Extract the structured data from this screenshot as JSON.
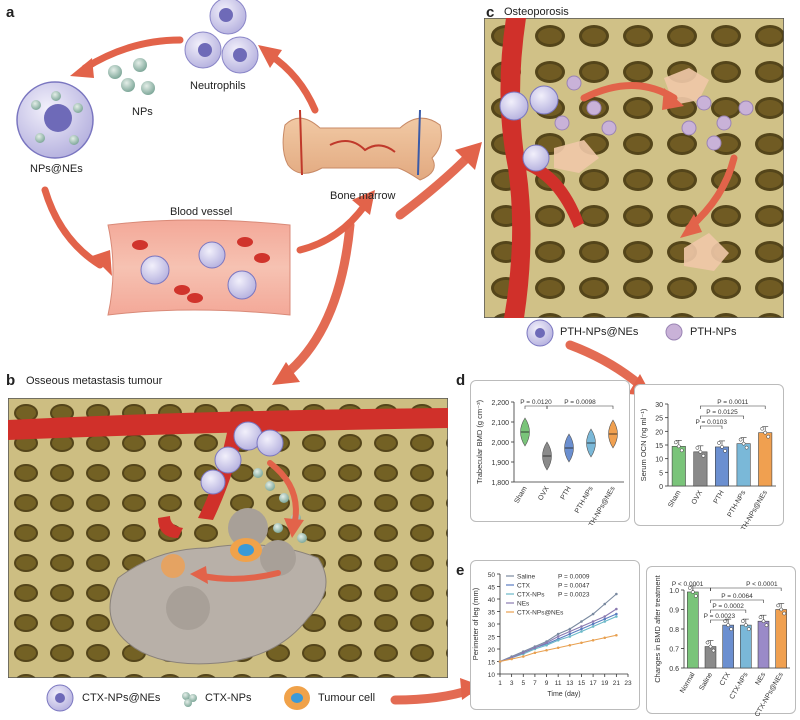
{
  "panels": {
    "a": {
      "letter": "a",
      "neutrophils": "Neutrophils",
      "nps": "NPs",
      "npsnes": "NPs@NEs",
      "bone_marrow": "Bone marrow",
      "blood_vessel": "Blood vessel"
    },
    "b": {
      "letter": "b",
      "title": "Osseous metastasis tumour",
      "legend": [
        "CTX-NPs@NEs",
        "CTX-NPs",
        "Tumour cell"
      ]
    },
    "c": {
      "letter": "c",
      "title": "Osteoporosis",
      "legend": [
        "PTH-NPs@NEs",
        "PTH-NPs"
      ]
    },
    "d": {
      "letter": "d"
    },
    "e": {
      "letter": "e"
    }
  },
  "chart_data": [
    {
      "id": "d-left",
      "type": "violin",
      "ylabel": "Trabecular BMD (g cm⁻³)",
      "categories": [
        "Sham",
        "OVX",
        "PTH",
        "PTH-NPs",
        "PTH-NPs@NEs"
      ],
      "ylim": [
        1800,
        2200
      ],
      "yticks": [
        "1,800",
        "1,900",
        "2,000",
        "2,100",
        "2,200"
      ],
      "values": [
        2050,
        1930,
        1970,
        1995,
        2040
      ],
      "colors": [
        "#7ac47a",
        "#8a8a8a",
        "#6b8fd0",
        "#7ab8d8",
        "#f0a050"
      ],
      "annotations": [
        "P = 0.0120",
        "P = 0.0098"
      ]
    },
    {
      "id": "d-right",
      "type": "bar",
      "ylabel": "Serum OCN (ng ml⁻¹)",
      "categories": [
        "Sham",
        "OVX",
        "PTH",
        "PTH-NPs",
        "PTH-NPs@NEs"
      ],
      "ylim": [
        0,
        30
      ],
      "yticks": [
        "0",
        "5",
        "10",
        "15",
        "20",
        "25",
        "30"
      ],
      "values": [
        14.5,
        12.5,
        14.3,
        15.5,
        19.5
      ],
      "colors": [
        "#7ac47a",
        "#8a8a8a",
        "#6b8fd0",
        "#7ab8d8",
        "#f0a050"
      ],
      "annotations": [
        "P = 0.0011",
        "P = 0.0125",
        "P = 0.0103"
      ]
    },
    {
      "id": "e-left",
      "type": "line",
      "xlabel": "Time (day)",
      "ylabel": "Perimeter of leg (mm)",
      "x": [
        1,
        3,
        5,
        7,
        9,
        11,
        13,
        15,
        17,
        19,
        21
      ],
      "xticks": [
        "1",
        "3",
        "5",
        "7",
        "9",
        "11",
        "13",
        "15",
        "17",
        "19",
        "21",
        "23"
      ],
      "yticks": [
        "10",
        "15",
        "20",
        "25",
        "30",
        "35",
        "40",
        "45",
        "50"
      ],
      "ylim": [
        10,
        50
      ],
      "series": [
        {
          "name": "Saline",
          "values": [
            15,
            17,
            19,
            21,
            23,
            26,
            28,
            31,
            34,
            38,
            42
          ],
          "color": "#7a8aa0"
        },
        {
          "name": "CTX",
          "values": [
            15,
            16.5,
            18.5,
            20.5,
            22,
            24,
            26,
            28,
            30,
            32,
            34
          ],
          "color": "#5a7cc0"
        },
        {
          "name": "CTX-NPs",
          "values": [
            15,
            16.5,
            18,
            20,
            21.5,
            23.5,
            25,
            27,
            29,
            31,
            33
          ],
          "color": "#6ab8c8"
        },
        {
          "name": "NEs",
          "values": [
            15,
            16.5,
            18.5,
            20.5,
            22.5,
            25,
            27,
            29,
            31,
            33,
            36
          ],
          "color": "#8a7ab0"
        },
        {
          "name": "CTX-NPs@NEs",
          "values": [
            15,
            16,
            17,
            18.5,
            19.5,
            20.5,
            21.5,
            22.5,
            23.5,
            24.5,
            25.5
          ],
          "color": "#e8a050"
        }
      ],
      "legend_p": [
        "P = 0.0009",
        "P = 0.0047",
        "P = 0.0023",
        "",
        ""
      ]
    },
    {
      "id": "e-right",
      "type": "bar",
      "ylabel": "Changes in BMD after treatment",
      "categories": [
        "Normal",
        "Saline",
        "CTX",
        "CTX-NPs",
        "NEs",
        "CTX-NPs@NEs"
      ],
      "ylim": [
        0.6,
        1.0
      ],
      "yticks": [
        "0.6",
        "0.7",
        "0.8",
        "0.9",
        "1.0"
      ],
      "values": [
        0.99,
        0.71,
        0.82,
        0.82,
        0.84,
        0.9
      ],
      "colors": [
        "#7ac47a",
        "#8a8a8a",
        "#6b8fd0",
        "#7ab8d8",
        "#9a8ac8",
        "#f0a050"
      ],
      "annotations": [
        "P < 0.0001",
        "P < 0.0001",
        "P = 0.0064",
        "P = 0.0002",
        "P = 0.0023"
      ]
    }
  ]
}
